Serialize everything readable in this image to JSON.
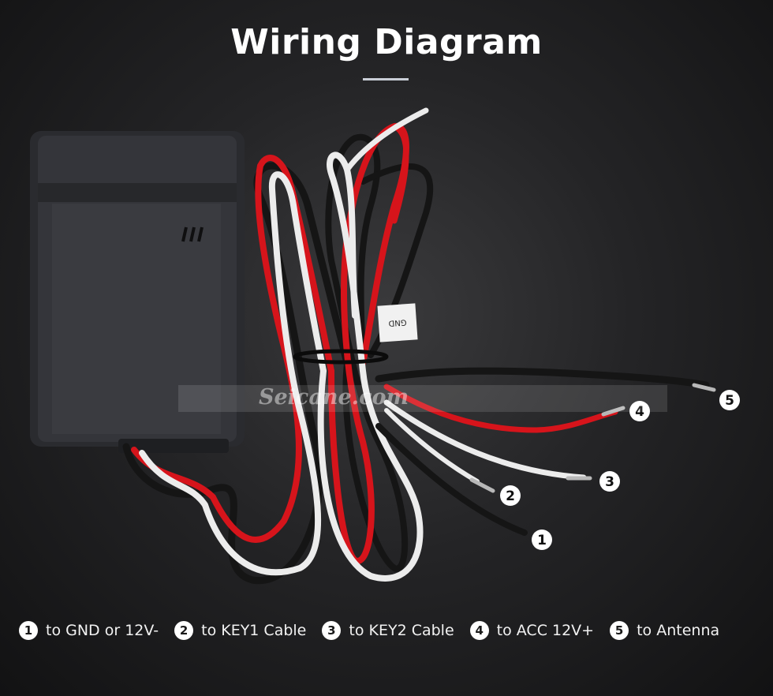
{
  "title": "Wiring Diagram",
  "watermark": "Seicane.com",
  "tag_label": "GND",
  "callouts": [
    {
      "num": "1"
    },
    {
      "num": "2"
    },
    {
      "num": "3"
    },
    {
      "num": "4"
    },
    {
      "num": "5"
    }
  ],
  "legend": [
    {
      "num": "1",
      "text": "to GND or 12V-"
    },
    {
      "num": "2",
      "text": "to KEY1 Cable"
    },
    {
      "num": "3",
      "text": "to KEY2 Cable"
    },
    {
      "num": "4",
      "text": "to ACC 12V+"
    },
    {
      "num": "5",
      "text": "to Antenna"
    }
  ],
  "colors": {
    "wire_black": "#151515",
    "wire_red": "#d6141b",
    "wire_white": "#ececec",
    "box": "#2e2f33"
  }
}
